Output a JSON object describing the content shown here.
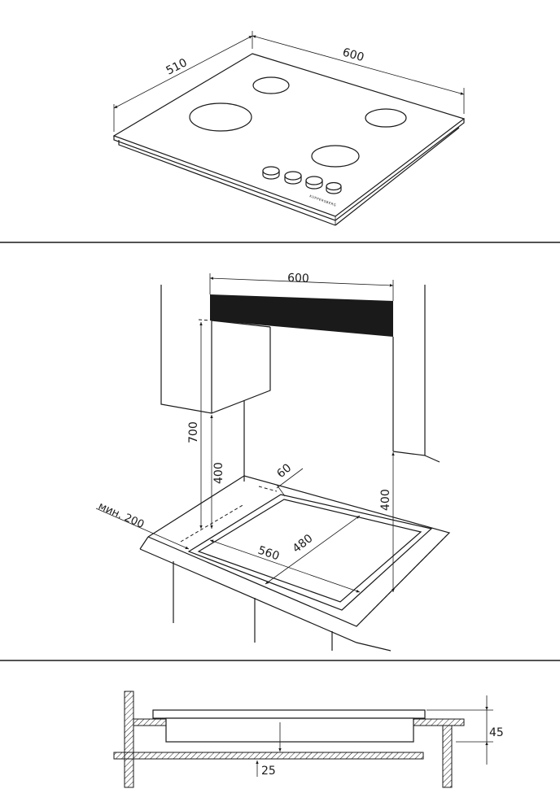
{
  "top_view": {
    "dim_depth": "510",
    "dim_width": "600",
    "brand_text": "KUPPERSBERG"
  },
  "installation_view": {
    "dim_hood_width": "600",
    "dim_hood_height": "700",
    "dim_cabinet_clearance": "400",
    "dim_right_clearance": "400",
    "dim_back_gap": "60",
    "dim_side_min": "мин. 200",
    "dim_cutout_width": "560",
    "dim_cutout_depth": "480"
  },
  "section_view": {
    "dim_height": "45",
    "dim_bottom_gap": "25"
  },
  "colors": {
    "line": "#1a1a1a",
    "hood_band": "#1a1a1a",
    "background": "#ffffff"
  }
}
